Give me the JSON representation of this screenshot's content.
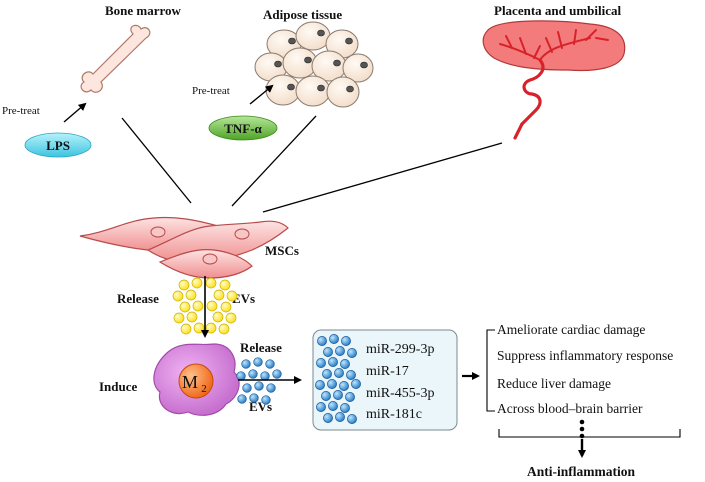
{
  "sources": {
    "bone_marrow": "Bone marrow",
    "adipose_tissue": "Adipose tissue",
    "placenta": "Placenta and umbilical"
  },
  "pretreat": {
    "bone_label": "Pre-treat",
    "bone_agent": "LPS",
    "adipose_label": "Pre-treat",
    "adipose_agent": "TNF-α"
  },
  "cells": {
    "mscs_label": "MSCs",
    "m2_letter": "M",
    "m2_subscript": "2"
  },
  "process": {
    "release_1": "Release",
    "evs_1": "EVs",
    "induce": "Induce",
    "release_2": "Release",
    "evs_2": "EVs"
  },
  "mirnas": [
    "miR-299-3p",
    "miR-17",
    "miR-455-3p",
    "miR-181c"
  ],
  "effects": [
    "Ameliorate cardiac damage",
    "Suppress inflammatory response",
    "Reduce liver damage",
    "Across blood–brain barrier"
  ],
  "outcome": "Anti-inflammation",
  "colors": {
    "msc_fill": "#f7b7b7",
    "msc_stroke": "#b94a4a",
    "ev_yellow": "#ffe840",
    "ev_blue": "#3a8fd6",
    "mirna_box": "#e9f6fa",
    "lps_pill": "#5fd3e8",
    "tnf_pill": "#6abf3c",
    "m2_cell": "#d99be0",
    "m2_nucleus": "#f58a3c",
    "placenta": "#f06f70",
    "vessel": "#d8222b"
  }
}
